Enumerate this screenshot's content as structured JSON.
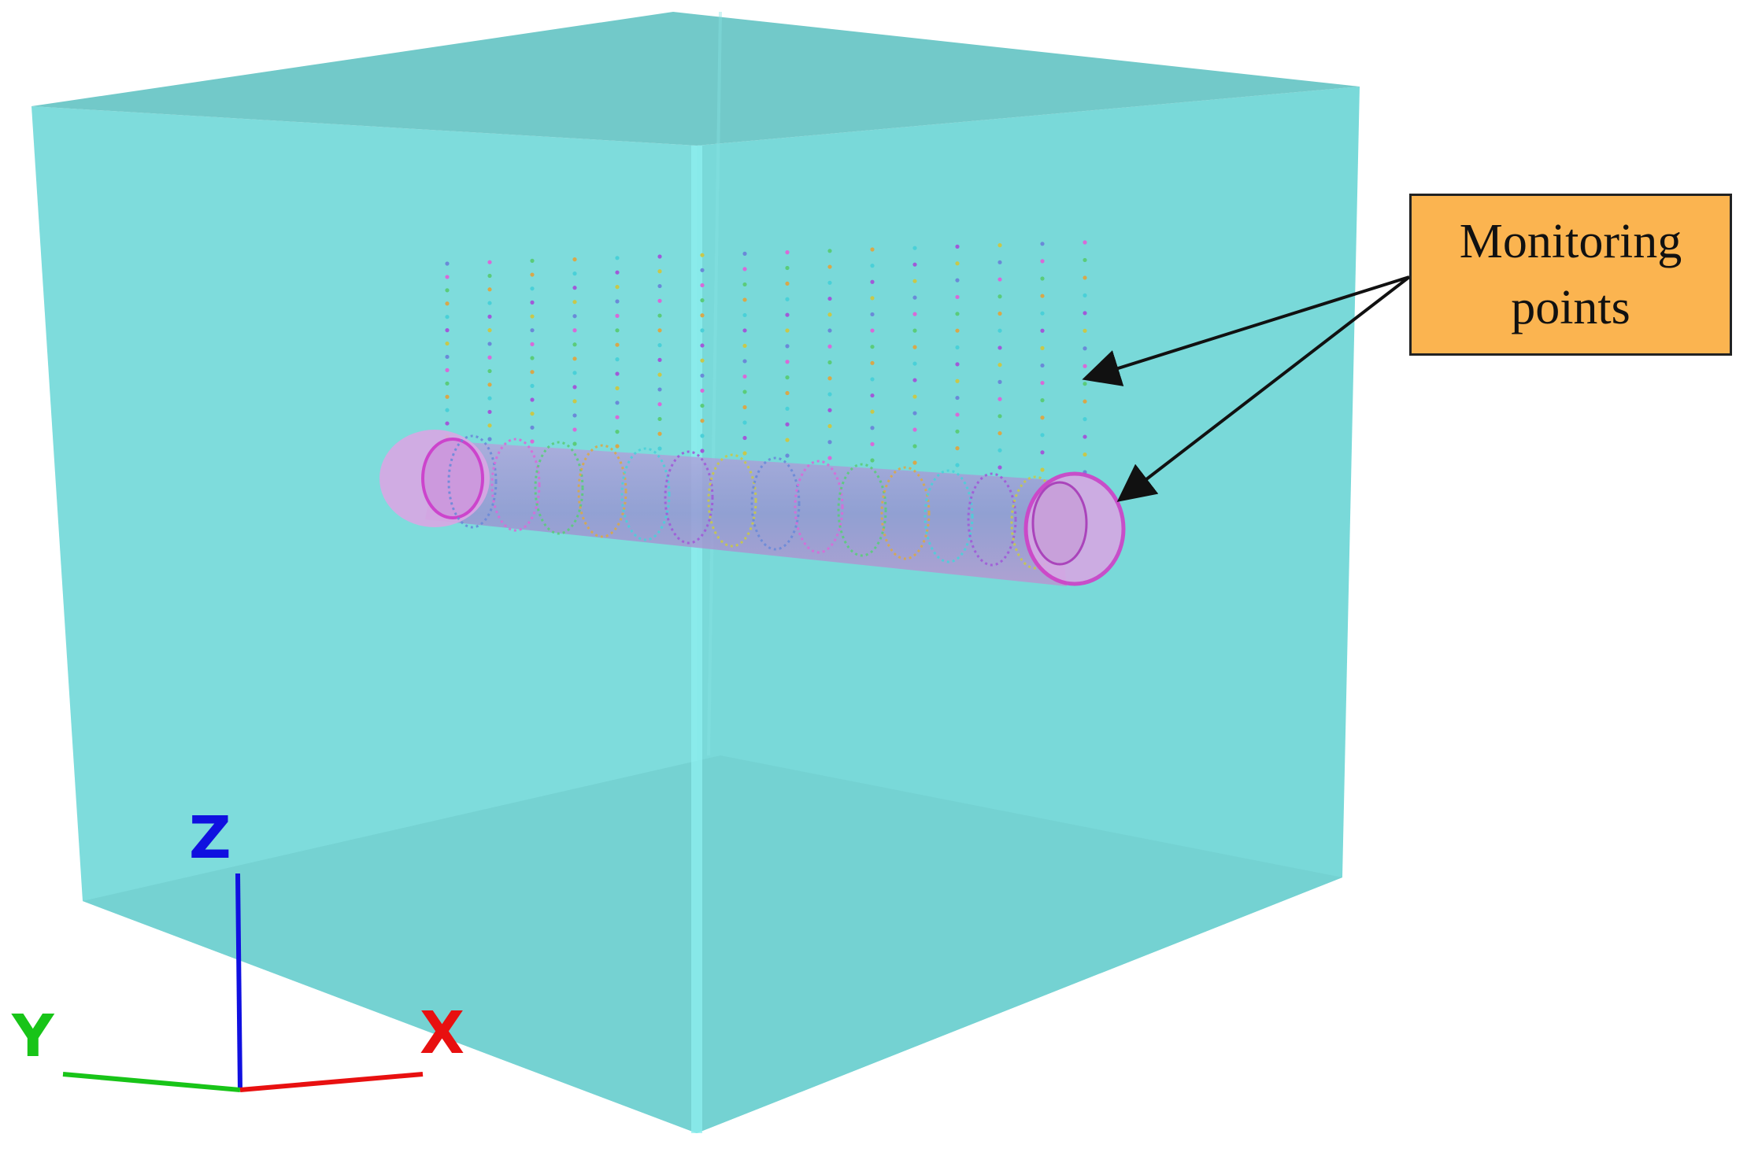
{
  "callout": {
    "line1": "Monitoring",
    "line2": "points",
    "fill": "#fbb450"
  },
  "axes": {
    "z": "Z",
    "y": "Y",
    "x": "X",
    "colors": {
      "x": "#e81010",
      "y": "#18c418",
      "z": "#1010e0"
    }
  },
  "colors": {
    "domain": "#7edcdc",
    "tunnel": "#c89cd6"
  },
  "icons": [
    "arrow-icon"
  ]
}
